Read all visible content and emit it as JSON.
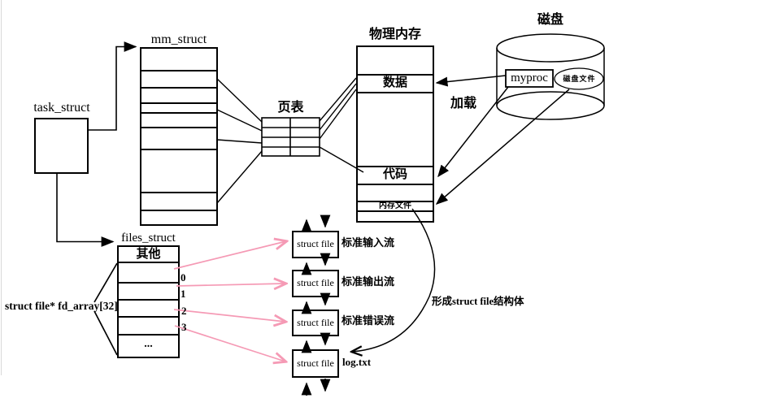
{
  "colors": {
    "line": "#000000",
    "pink_arrow": "#f59ab5",
    "background": "#ffffff"
  },
  "task_struct": {
    "label": "task_struct"
  },
  "mm_struct": {
    "label": "mm_struct"
  },
  "page_table": {
    "label": "页表"
  },
  "physical_memory": {
    "label": "物理内存",
    "data_row": "数据",
    "code_row": "代码",
    "memfile_row": "内存文件"
  },
  "disk": {
    "label": "磁盘",
    "program": "myproc",
    "disk_file": "磁盘文件"
  },
  "load_label": "加载",
  "files_struct": {
    "label": "files_struct",
    "other_row": "其他",
    "ellipsis_row": "...",
    "fd_indices": [
      "0",
      "1",
      "2",
      "3"
    ],
    "array_label": "struct file* fd_array[32]"
  },
  "file_boxes": {
    "box_label": "struct file",
    "labels": [
      "标准输入流",
      "标准输出流",
      "标准错误流",
      "log.txt"
    ]
  },
  "note": "形成struct file结构体"
}
